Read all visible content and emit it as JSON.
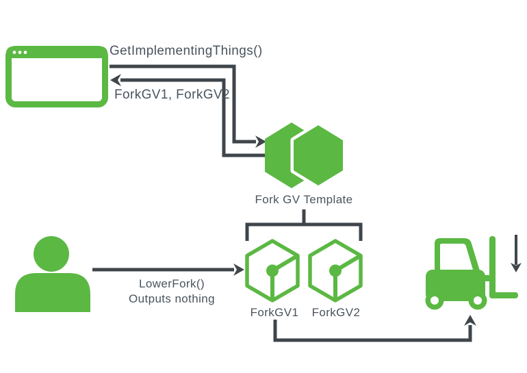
{
  "colors": {
    "green": "#5bb843",
    "line": "#3f464b",
    "text": "#49535d",
    "white": "#ffffff"
  },
  "diagram": {
    "nodes": {
      "browser": {
        "icon": "browser-window-icon"
      },
      "template": {
        "icon": "hexagons-template-icon",
        "label": "Fork GV Template"
      },
      "instance1": {
        "icon": "cube-icon",
        "label": "ForkGV1"
      },
      "instance2": {
        "icon": "cube-icon",
        "label": "ForkGV2"
      },
      "user": {
        "icon": "person-icon"
      },
      "forklift": {
        "icon": "forklift-icon"
      }
    },
    "edges": {
      "call": {
        "label": "GetImplementingThings()",
        "from": "browser",
        "to": "template"
      },
      "return": {
        "label": "ForkGV1, ForkGV2",
        "from": "template",
        "to": "browser"
      },
      "lower_fork": {
        "label": "LowerFork()",
        "sublabel": "Outputs nothing",
        "from": "user",
        "to": "instance1"
      },
      "instance_to_forklift": {
        "from": "instance1",
        "to": "forklift"
      },
      "forklift_action": {
        "description": "down-arrow"
      }
    }
  }
}
